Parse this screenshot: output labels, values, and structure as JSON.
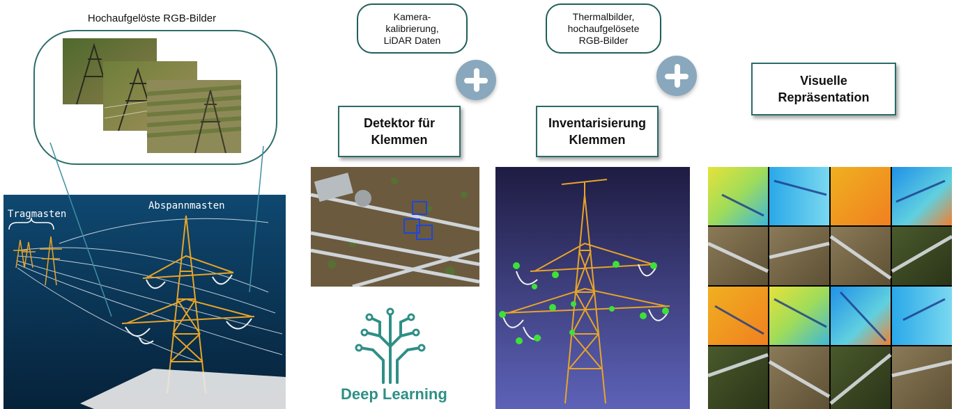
{
  "rgb_section": {
    "caption": "Hochaufgelöste RGB-Bilder"
  },
  "pointcloud": {
    "label_tragmasten": "Tragmasten",
    "label_abspannmasten": "Abspannmasten"
  },
  "input_bubbles": [
    {
      "lines": [
        "Kamera-",
        "kalibrierung,",
        "LiDAR Daten"
      ]
    },
    {
      "lines": [
        "Thermalbilder,",
        "hochaufgelösete",
        "RGB-Bilder"
      ]
    }
  ],
  "stages": [
    {
      "lines": [
        "Detektor für",
        "Klemmen"
      ]
    },
    {
      "lines": [
        "Inventarisierung",
        "Klemmen"
      ]
    },
    {
      "lines": [
        "Visuelle",
        "Repräsentation"
      ]
    }
  ],
  "deep_learning": {
    "label": "Deep Learning"
  },
  "icons": [
    "plus-icon",
    "brain-circuit-icon"
  ],
  "colors": {
    "accent": "#2a6b67",
    "tower": "#e8a428",
    "night_sky": "#0b3553",
    "marker_green": "#3ee03a",
    "deep_learning": "#2f8f86"
  }
}
